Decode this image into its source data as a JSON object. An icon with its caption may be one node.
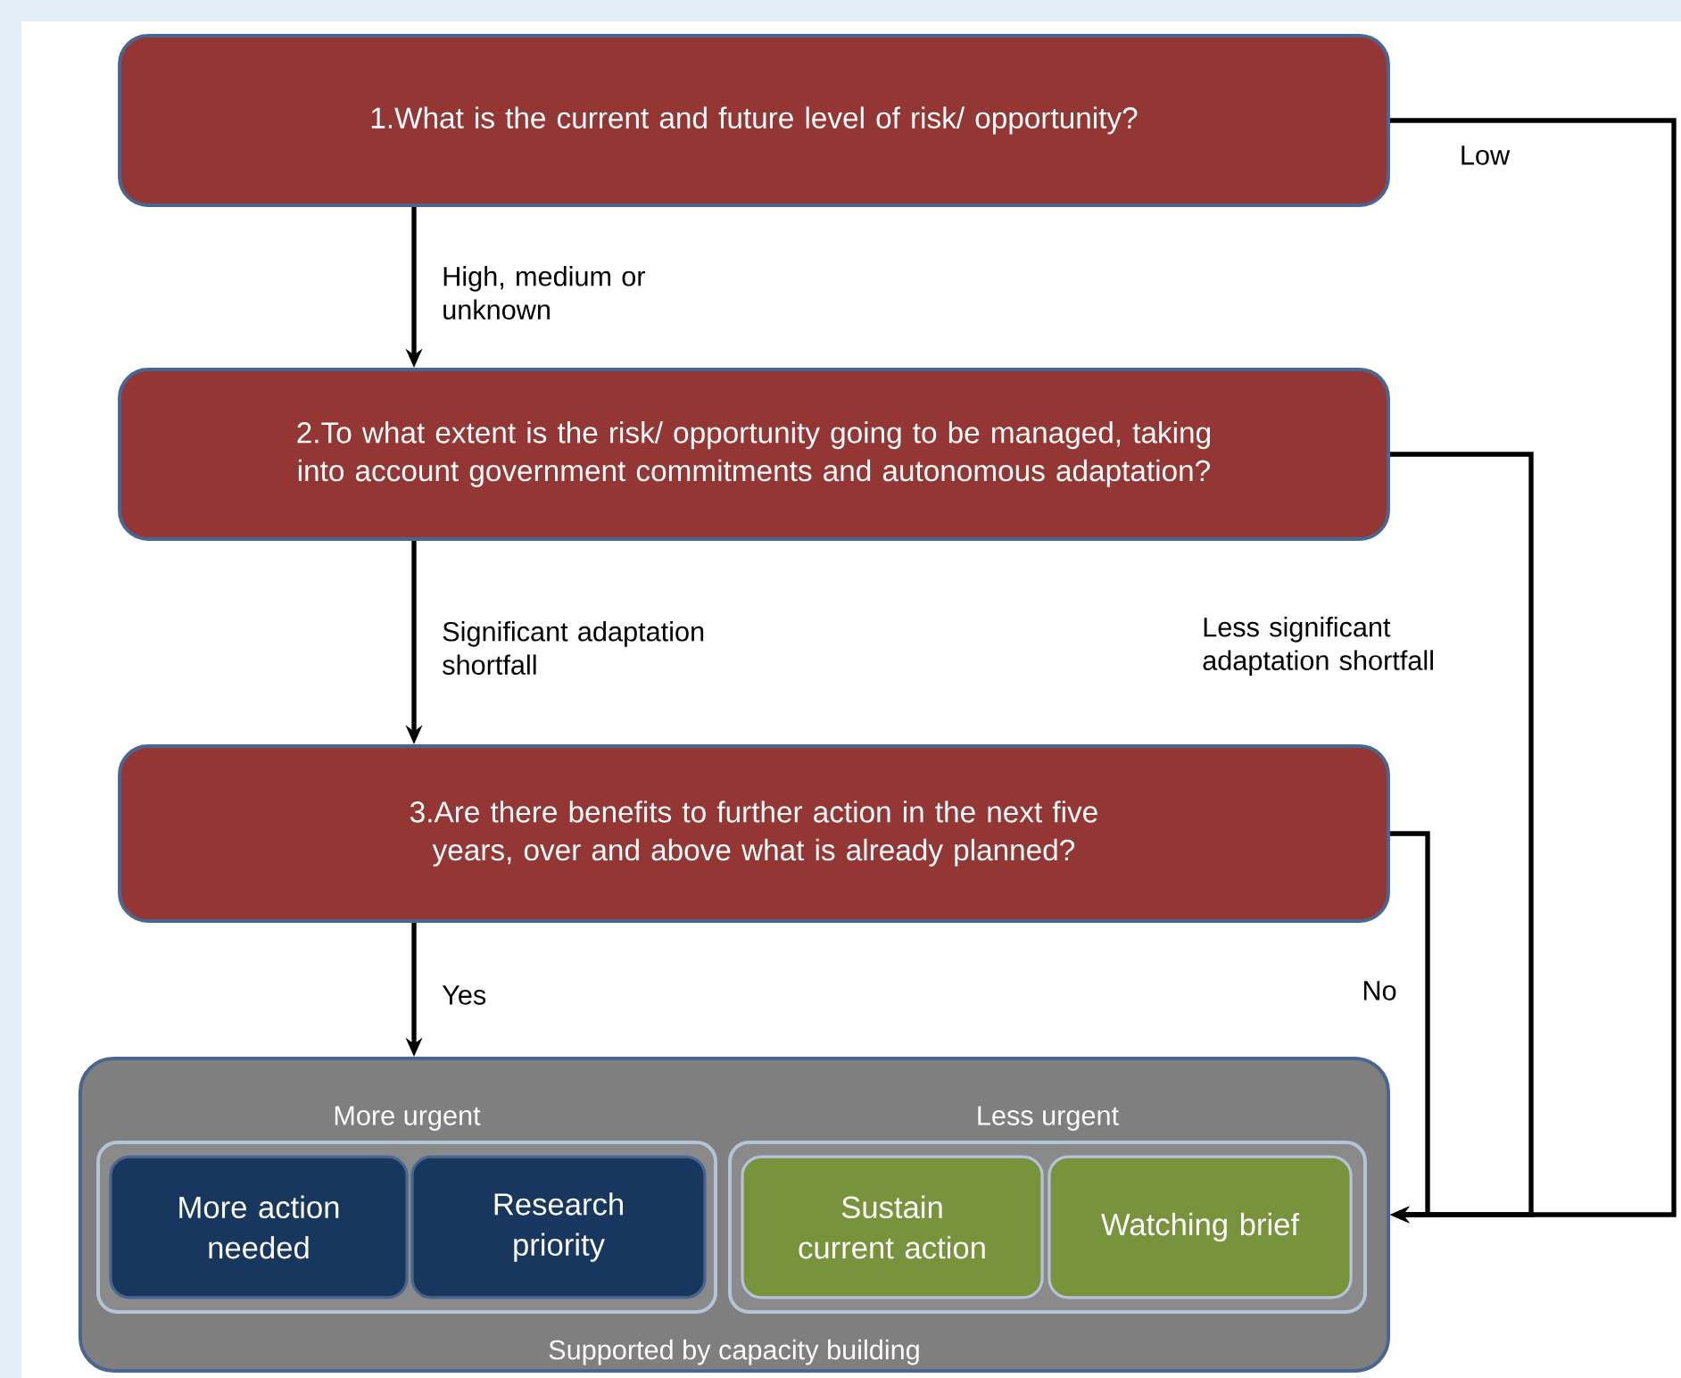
{
  "diagram": {
    "nodes": [
      {
        "text": [
          "1.What is the current and future level of risk/ opportunity?"
        ]
      },
      {
        "text": [
          "2.To what extent is the risk/ opportunity going to be managed, taking into account government commitments and autonomous adaptation?"
        ]
      },
      {
        "text": [
          "3.Are there benefits to further action in the next five years, over and above what is already planned?"
        ]
      },
      {
        "text": [
          "Supported by capacity building"
        ]
      },
      {
        "text": [
          "More urgent"
        ],
        "in": 3
      },
      {
        "text": [
          "More action needed"
        ],
        "in": 4
      },
      {
        "text": [
          "Research priority"
        ],
        "in": 4
      },
      {
        "text": [
          "Less urgent"
        ],
        "in": 3
      },
      {
        "text": [
          "Sustain current action"
        ],
        "in": 7
      },
      {
        "text": [
          "Watching brief"
        ],
        "in": 7
      }
    ],
    "edges": [
      {
        "from": 0,
        "to": 1,
        "arrow": "to",
        "label": "High, medium or unknown"
      },
      {
        "from": 1,
        "to": 2,
        "arrow": "to",
        "label": "Significant adaptation shortfall"
      },
      {
        "from": 2,
        "to": 3,
        "arrow": "to",
        "label": "Yes"
      },
      {
        "from": 0,
        "to": 3,
        "arrow": "to",
        "label": "Low"
      },
      {
        "from": 1,
        "to": 3,
        "arrow": "to",
        "label": "Less significant adaptation shortfall"
      },
      {
        "from": 2,
        "to": 3,
        "arrow": "to",
        "label": "No"
      }
    ]
  }
}
